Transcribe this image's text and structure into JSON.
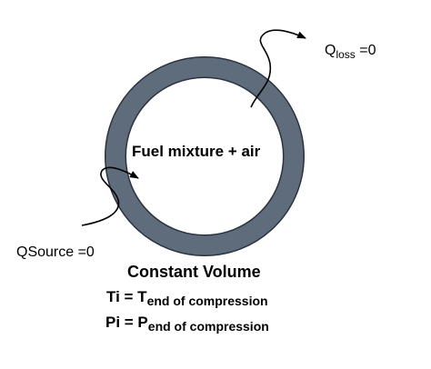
{
  "colors": {
    "vessel_wall": "#5f6c7b",
    "vessel_outline": "#2b3340",
    "line": "#000000"
  },
  "vessel": {
    "contents_label": "Fuel mixture + air"
  },
  "heat_loss": {
    "symbol": "Q",
    "subscript": "loss",
    "value": " =0"
  },
  "heat_source": {
    "label": "QSource =0"
  },
  "conditions": {
    "title": "Constant Volume",
    "temperature": {
      "lhs": "Ti = T",
      "subscript": "end of compression"
    },
    "pressure": {
      "lhs": "Pi = P",
      "subscript": "end of compression"
    }
  }
}
